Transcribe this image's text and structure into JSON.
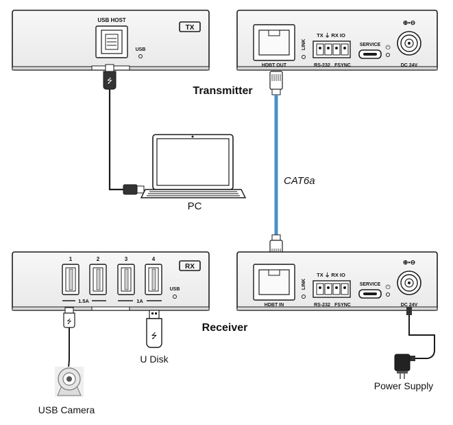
{
  "tx_rear": {
    "badge": "TX",
    "usb_host": "USB HOST",
    "usb": "USB"
  },
  "tx_front": {
    "link": "LINK",
    "hdbt": "HDBT OUT",
    "serial_pins": "TX ⏚ RX IO",
    "rs232": "RS-232",
    "fsync": "FSYNC",
    "service": "SERVICE",
    "polarity": "⊕•⊖",
    "power": "DC 24V"
  },
  "rx_rear": {
    "badge": "RX",
    "ports": [
      "1",
      "2",
      "3",
      "4"
    ],
    "current_a": "1.5A",
    "current_b": "1A",
    "usb": "USB"
  },
  "rx_front": {
    "link": "LINK",
    "hdbt": "HDBT IN",
    "serial_pins": "TX ⏚ RX IO",
    "rs232": "RS-232",
    "fsync": "FSYNC",
    "service": "SERVICE",
    "polarity": "⊕•⊖",
    "power": "DC 24V"
  },
  "labels": {
    "transmitter": "Transmitter",
    "receiver": "Receiver",
    "cable": "CAT6a",
    "pc": "PC",
    "u_disk": "U Disk",
    "usb_camera": "USB Camera",
    "power_supply": "Power Supply"
  },
  "colors": {
    "cable": "#4a90c8",
    "device_outline": "#1a1a1a",
    "device_fill": "#f4f4f4"
  }
}
